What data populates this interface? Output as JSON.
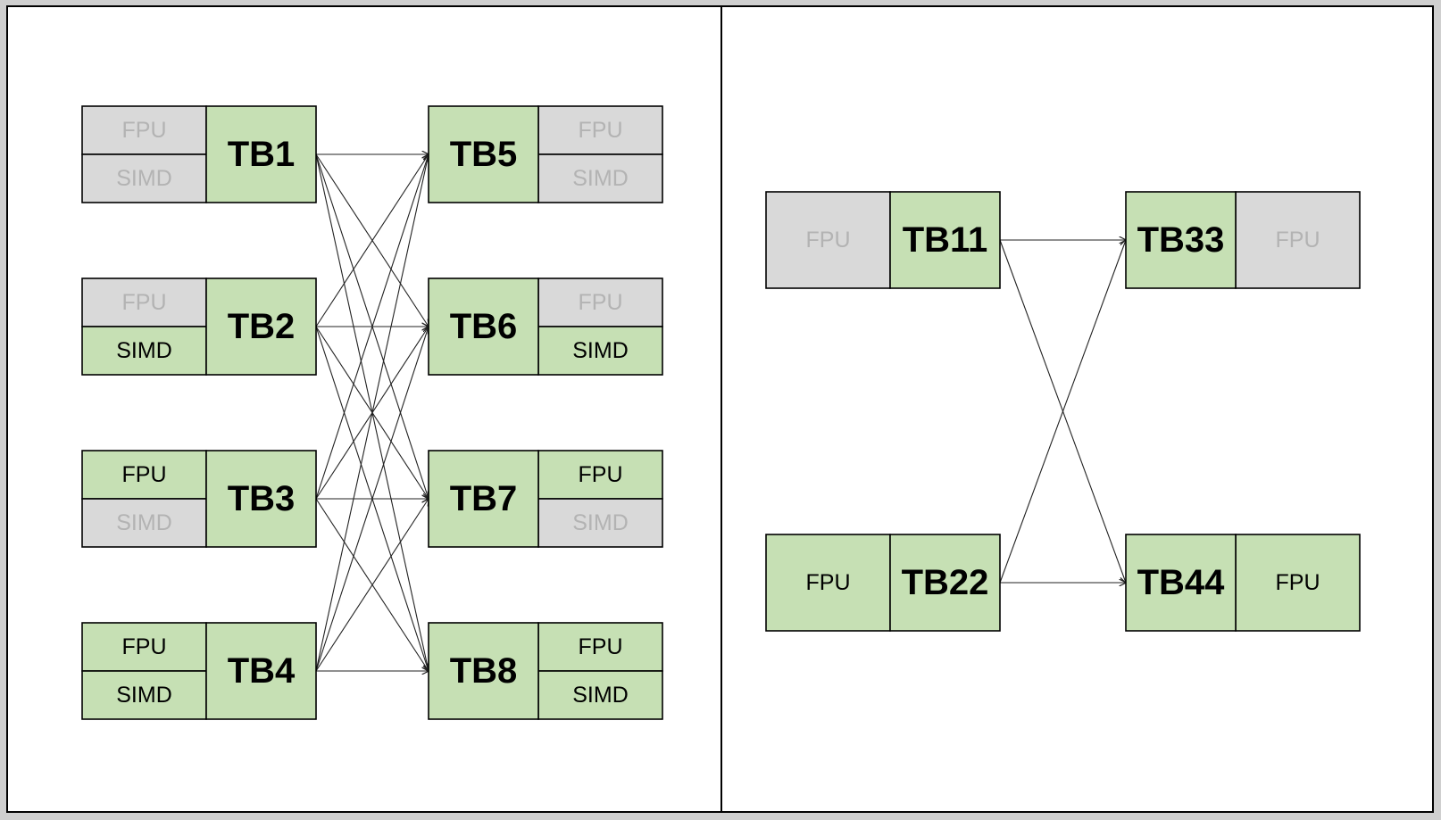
{
  "colors": {
    "active": "#c6e0b4",
    "inactive": "#d9d9d9",
    "active_text": "#000000",
    "inactive_text": "#b3b3b3"
  },
  "left_diagram": {
    "blocks": [
      {
        "id": "TB1",
        "units": [
          {
            "label": "FPU",
            "active": false
          },
          {
            "label": "SIMD",
            "active": false
          }
        ]
      },
      {
        "id": "TB2",
        "units": [
          {
            "label": "FPU",
            "active": false
          },
          {
            "label": "SIMD",
            "active": true
          }
        ]
      },
      {
        "id": "TB3",
        "units": [
          {
            "label": "FPU",
            "active": true
          },
          {
            "label": "SIMD",
            "active": false
          }
        ]
      },
      {
        "id": "TB4",
        "units": [
          {
            "label": "FPU",
            "active": true
          },
          {
            "label": "SIMD",
            "active": true
          }
        ]
      },
      {
        "id": "TB5",
        "units": [
          {
            "label": "FPU",
            "active": false
          },
          {
            "label": "SIMD",
            "active": false
          }
        ]
      },
      {
        "id": "TB6",
        "units": [
          {
            "label": "FPU",
            "active": false
          },
          {
            "label": "SIMD",
            "active": true
          }
        ]
      },
      {
        "id": "TB7",
        "units": [
          {
            "label": "FPU",
            "active": true
          },
          {
            "label": "SIMD",
            "active": false
          }
        ]
      },
      {
        "id": "TB8",
        "units": [
          {
            "label": "FPU",
            "active": true
          },
          {
            "label": "SIMD",
            "active": true
          }
        ]
      }
    ],
    "edges": [
      [
        "TB1",
        "TB5"
      ],
      [
        "TB1",
        "TB6"
      ],
      [
        "TB1",
        "TB7"
      ],
      [
        "TB1",
        "TB8"
      ],
      [
        "TB2",
        "TB5"
      ],
      [
        "TB2",
        "TB6"
      ],
      [
        "TB2",
        "TB7"
      ],
      [
        "TB2",
        "TB8"
      ],
      [
        "TB3",
        "TB5"
      ],
      [
        "TB3",
        "TB6"
      ],
      [
        "TB3",
        "TB7"
      ],
      [
        "TB3",
        "TB8"
      ],
      [
        "TB4",
        "TB5"
      ],
      [
        "TB4",
        "TB6"
      ],
      [
        "TB4",
        "TB7"
      ],
      [
        "TB4",
        "TB8"
      ]
    ]
  },
  "right_diagram": {
    "blocks": [
      {
        "id": "TB11",
        "units": [
          {
            "label": "FPU",
            "active": false
          }
        ]
      },
      {
        "id": "TB22",
        "units": [
          {
            "label": "FPU",
            "active": true
          }
        ]
      },
      {
        "id": "TB33",
        "units": [
          {
            "label": "FPU",
            "active": false
          }
        ]
      },
      {
        "id": "TB44",
        "units": [
          {
            "label": "FPU",
            "active": true
          }
        ]
      }
    ],
    "edges": [
      [
        "TB11",
        "TB33"
      ],
      [
        "TB11",
        "TB44"
      ],
      [
        "TB22",
        "TB33"
      ],
      [
        "TB22",
        "TB44"
      ]
    ]
  }
}
